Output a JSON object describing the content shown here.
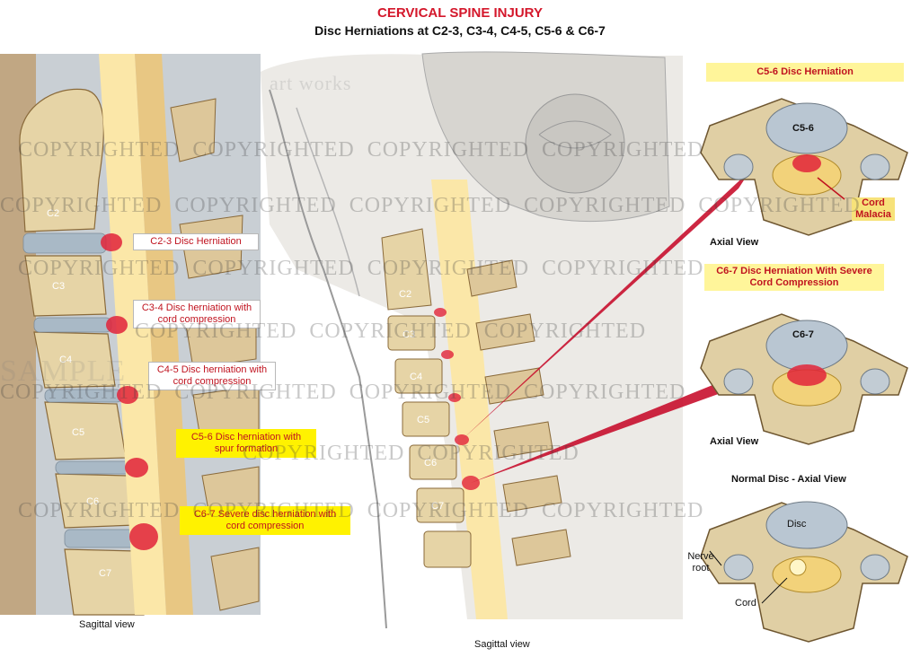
{
  "header": {
    "title": "CERVICAL SPINE INJURY",
    "subtitle": "Disc Herniations at C2-3, C3-4, C4-5, C5-6 & C6-7"
  },
  "left_panel": {
    "vertebrae": [
      "C2",
      "C3",
      "C4",
      "C5",
      "C6",
      "C7"
    ],
    "callouts": [
      "C2-3 Disc Herniation",
      "C3-4 Disc herniation with cord compression",
      "C4-5 Disc herniation with cord compression",
      "C5-6 Disc herniation with spur formation",
      "C6-7 Severe disc herniation with cord compression"
    ],
    "caption": "Sagittal view"
  },
  "middle_panel": {
    "vertebrae": [
      "C2",
      "C3",
      "C4",
      "C5",
      "C6",
      "C7"
    ],
    "caption": "Sagittal view"
  },
  "right_panel": {
    "axial_top": {
      "heading": "C5-6 Disc Herniation",
      "level": "C5-6",
      "label": "Cord Malacia",
      "caption": "Axial View"
    },
    "axial_mid": {
      "heading": "C6-7 Disc Herniation With Severe Cord Compression",
      "level": "C6-7",
      "caption": "Axial View"
    },
    "axial_bottom": {
      "heading": "Normal Disc - Axial View",
      "disc_label": "Disc",
      "nerve_label": "Nerve root",
      "cord_label": "Cord"
    }
  },
  "watermark": {
    "text": "COPYRIGHTED",
    "sample": "SAMPLE",
    "brand": "art works"
  },
  "colors": {
    "title_red": "#d4172b",
    "callout_yellow": "#fff200",
    "heading_yellow": "#fff59a",
    "bone": "#e9d9b0",
    "disc_red": "#e2243a",
    "cord": "#f6d98b"
  }
}
